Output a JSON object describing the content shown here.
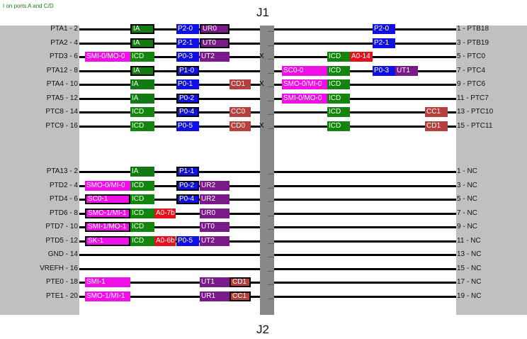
{
  "note": "I on ports A and C/D",
  "j1_title": "J1",
  "j2_title": "J2",
  "j1_rows": [
    {
      "left_label": "PTA1 - 2",
      "right_label": "1 - PTB18",
      "x": false,
      "tags": [
        {
          "t": "IA",
          "c": "ia",
          "col": "ia",
          "b": true
        },
        {
          "t": "P2-0",
          "c": "p",
          "col": "p1"
        },
        {
          "t": "UR0",
          "c": "u",
          "col": "u",
          "b": true
        },
        {
          "t": "P2-0",
          "c": "p",
          "col": "rp"
        }
      ]
    },
    {
      "left_label": "PTA2 - 4",
      "right_label": "3 - PTB19",
      "x": false,
      "tags": [
        {
          "t": "IA",
          "c": "ia",
          "col": "ia",
          "b": true
        },
        {
          "t": "P2-1",
          "c": "p",
          "col": "p1"
        },
        {
          "t": "UT0",
          "c": "u",
          "col": "u",
          "b": true
        },
        {
          "t": "P2-1",
          "c": "p",
          "col": "rp"
        }
      ]
    },
    {
      "left_label": "PTD3 - 6",
      "right_label": "5 - PTC0",
      "x": true,
      "tags": [
        {
          "t": "SMI-0/MO-0",
          "c": "smi",
          "col": "smi"
        },
        {
          "t": "ICD",
          "c": "icd",
          "col": "ia"
        },
        {
          "t": "P0-3",
          "c": "p",
          "col": "p1"
        },
        {
          "t": "UT2",
          "c": "u",
          "col": "u"
        },
        {
          "t": "ICD",
          "c": "icd",
          "col": "ricd"
        },
        {
          "t": "A0-14",
          "c": "a0",
          "col": "ra0"
        }
      ]
    },
    {
      "left_label": "PTA12 - 8",
      "right_label": "7 - PTC4",
      "x": false,
      "tags": [
        {
          "t": "IA",
          "c": "ia",
          "col": "ia",
          "b": true
        },
        {
          "t": "P1-0",
          "c": "p",
          "col": "p1",
          "b": true
        },
        {
          "t": "SC0-0",
          "c": "smi",
          "col": "rsmi"
        },
        {
          "t": "ICD",
          "c": "icd",
          "col": "ricd"
        },
        {
          "t": "P0-3",
          "c": "p",
          "col": "rp"
        },
        {
          "t": "UT1",
          "c": "u",
          "col": "ru"
        }
      ]
    },
    {
      "left_label": "PTA4 - 10",
      "right_label": "9 - PTC6",
      "x": true,
      "tags": [
        {
          "t": "IA",
          "c": "ia",
          "col": "ia"
        },
        {
          "t": "P0-1",
          "c": "p",
          "col": "p1"
        },
        {
          "t": "CD1",
          "c": "cd",
          "col": "cd"
        },
        {
          "t": "SMO-0/MI-0",
          "c": "smi",
          "col": "rsmi"
        },
        {
          "t": "ICD",
          "c": "icd",
          "col": "ricd"
        }
      ]
    },
    {
      "left_label": "PTA5 - 12",
      "right_label": "11 - PTC7",
      "x": false,
      "tags": [
        {
          "t": "IA",
          "c": "ia",
          "col": "ia"
        },
        {
          "t": "P0-2",
          "c": "p",
          "col": "p1",
          "b": true
        },
        {
          "t": "SMI-0/MO-0",
          "c": "smi",
          "col": "rsmi"
        },
        {
          "t": "ICD",
          "c": "icd",
          "col": "ricd"
        }
      ]
    },
    {
      "left_label": "PTC8 - 14",
      "right_label": "13 - PTC10",
      "x": false,
      "tags": [
        {
          "t": "ICD",
          "c": "icd",
          "col": "ia"
        },
        {
          "t": "P0-4",
          "c": "p",
          "col": "p1",
          "b": true
        },
        {
          "t": "CC0",
          "c": "cd",
          "col": "cd"
        },
        {
          "t": "ICD",
          "c": "icd",
          "col": "ricd"
        },
        {
          "t": "CC1",
          "c": "cd",
          "col": "rcc"
        }
      ]
    },
    {
      "left_label": "PTC9 - 16",
      "right_label": "15 - PTC11",
      "x": true,
      "tags": [
        {
          "t": "ICD",
          "c": "icd",
          "col": "ia"
        },
        {
          "t": "P0-5",
          "c": "p",
          "col": "p1"
        },
        {
          "t": "CD0",
          "c": "cd",
          "col": "cd"
        },
        {
          "t": "ICD",
          "c": "icd",
          "col": "ricd"
        },
        {
          "t": "CD1",
          "c": "cd",
          "col": "rcc"
        }
      ]
    }
  ],
  "j2_rows": [
    {
      "left_label": "PTA13 - 2",
      "right_label": "1 - NC",
      "tags": [
        {
          "t": "IA",
          "c": "ia",
          "col": "ia"
        },
        {
          "t": "P1-1",
          "c": "p",
          "col": "p1",
          "b": true
        }
      ]
    },
    {
      "left_label": "PTD2 - 4",
      "right_label": "3 - NC",
      "tags": [
        {
          "t": "SMO-0/MI-0",
          "c": "smi",
          "col": "smi"
        },
        {
          "t": "ICD",
          "c": "icd",
          "col": "ia"
        },
        {
          "t": "P0-2",
          "c": "p",
          "col": "p1",
          "b": true
        },
        {
          "t": "UR2",
          "c": "u",
          "col": "u"
        }
      ]
    },
    {
      "left_label": "PTD4 - 6",
      "right_label": "5 - NC",
      "tags": [
        {
          "t": "SC0-1",
          "c": "smi",
          "col": "smi",
          "b": true
        },
        {
          "t": "ICD",
          "c": "icd",
          "col": "ia"
        },
        {
          "t": "P0-4",
          "c": "p",
          "col": "p1",
          "b": true
        },
        {
          "t": "UR2",
          "c": "u",
          "col": "u"
        }
      ]
    },
    {
      "left_label": "PTD6 - 8",
      "right_label": "7 - NC",
      "tags": [
        {
          "t": "SMO-1/MI-1",
          "c": "smi",
          "col": "smi",
          "b": true
        },
        {
          "t": "ICD",
          "c": "icd",
          "col": "ia"
        },
        {
          "t": "A0-7b",
          "c": "a0",
          "col": "a0"
        },
        {
          "t": "UR0",
          "c": "u",
          "col": "u"
        }
      ]
    },
    {
      "left_label": "PTD7 - 10",
      "right_label": "9 - NC",
      "tags": [
        {
          "t": "SMI-1/MO-1",
          "c": "smi",
          "col": "smi",
          "b": true
        },
        {
          "t": "ICD",
          "c": "icd",
          "col": "ia"
        },
        {
          "t": "UT0",
          "c": "u",
          "col": "u"
        }
      ]
    },
    {
      "left_label": "PTD5 - 12",
      "right_label": "11 - NC",
      "tags": [
        {
          "t": "SK-1",
          "c": "smi",
          "col": "smi",
          "b": true
        },
        {
          "t": "ICD",
          "c": "icd",
          "col": "ia"
        },
        {
          "t": "A0-6b",
          "c": "a0",
          "col": "a0"
        },
        {
          "t": "P0-5",
          "c": "p",
          "col": "p1"
        },
        {
          "t": "UT2",
          "c": "u",
          "col": "u"
        }
      ]
    },
    {
      "left_label": "GND - 14",
      "right_label": "13 - NC",
      "tags": []
    },
    {
      "left_label": "VREFH - 16",
      "right_label": "15 - NC",
      "tags": []
    },
    {
      "left_label": "PTE0 - 18",
      "right_label": "17 - NC",
      "tags": [
        {
          "t": "SMI-1",
          "c": "smi",
          "col": "smi"
        },
        {
          "t": "UT1",
          "c": "u",
          "col": "u"
        },
        {
          "t": "CD1",
          "c": "cd",
          "col": "cd",
          "b": true
        }
      ]
    },
    {
      "left_label": "PTE1 - 20",
      "right_label": "19 - NC",
      "tags": [
        {
          "t": "SMO-1/MI-1",
          "c": "smi",
          "col": "smi"
        },
        {
          "t": "UR1",
          "c": "u",
          "col": "u"
        },
        {
          "t": "CC1",
          "c": "cd",
          "col": "cd",
          "b": true
        }
      ]
    }
  ]
}
